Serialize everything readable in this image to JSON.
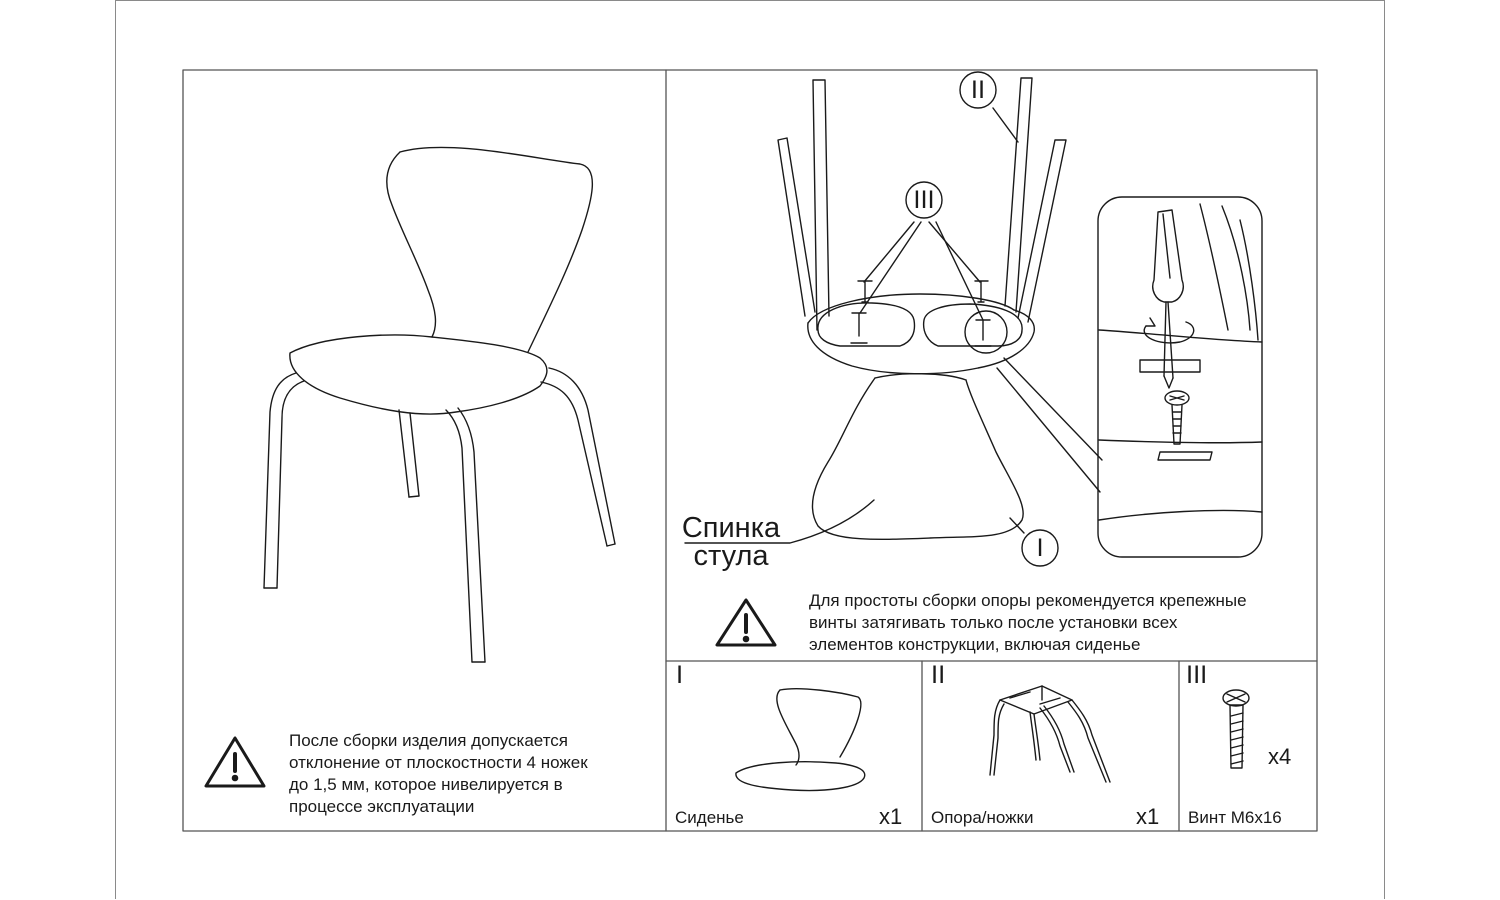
{
  "left_panel": {
    "warning_icon": "warning-triangle-icon",
    "tolerance_note": [
      "После сборки изделия допускается",
      "отклонение от плоскостности 4 ножек",
      "до 1,5 мм, которое нивелируется в",
      "процессе эксплуатации"
    ]
  },
  "right_panel": {
    "callouts": {
      "seat": "I",
      "frame": "II",
      "screw": "III"
    },
    "backrest_label": [
      "Спинка",
      "стула"
    ],
    "warning_icon": "warning-triangle-icon",
    "assembly_note": [
      "Для простоты сборки опоры рекомендуется крепежные",
      "винты затягивать только после установки всех",
      "элементов конструкции, включая сиденье"
    ]
  },
  "parts": [
    {
      "roman": "I",
      "name": "Сиденье",
      "qty": "x1",
      "icon": "chair-seat-icon"
    },
    {
      "roman": "II",
      "name": "Опора/ножки",
      "qty": "x1",
      "icon": "chair-frame-icon"
    },
    {
      "roman": "III",
      "name": "Винт М6х16",
      "qty": "x4",
      "icon": "screw-icon"
    }
  ],
  "colors": {
    "line": "#1a1a1a",
    "border": "#555555"
  }
}
